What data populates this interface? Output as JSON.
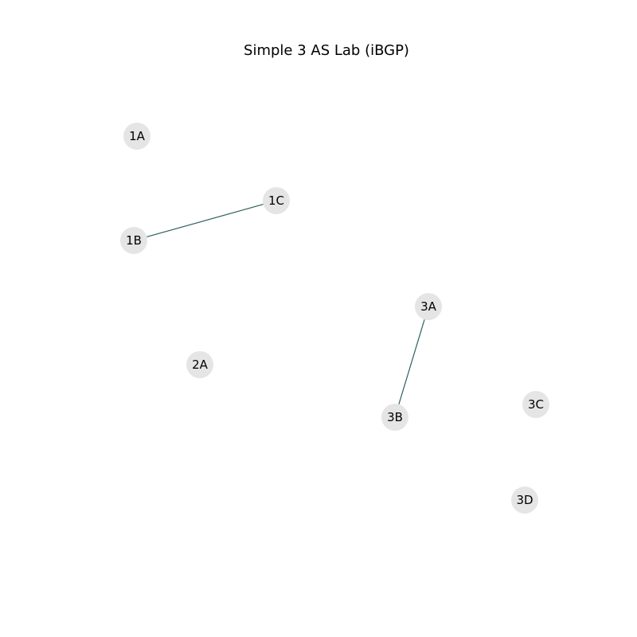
{
  "title": "Simple 3 AS Lab (iBGP)",
  "colors": {
    "background": "#ffffff",
    "node_fill": "#e5e5e5",
    "edge_stroke": "#2f5f5f",
    "label": "#000000"
  },
  "nodes": [
    {
      "id": "1A",
      "label": "1A"
    },
    {
      "id": "1B",
      "label": "1B"
    },
    {
      "id": "1C",
      "label": "1C"
    },
    {
      "id": "2A",
      "label": "2A"
    },
    {
      "id": "3A",
      "label": "3A"
    },
    {
      "id": "3B",
      "label": "3B"
    },
    {
      "id": "3C",
      "label": "3C"
    },
    {
      "id": "3D",
      "label": "3D"
    }
  ],
  "edges": [
    {
      "source": "1B",
      "target": "1C"
    },
    {
      "source": "3A",
      "target": "3B"
    }
  ]
}
